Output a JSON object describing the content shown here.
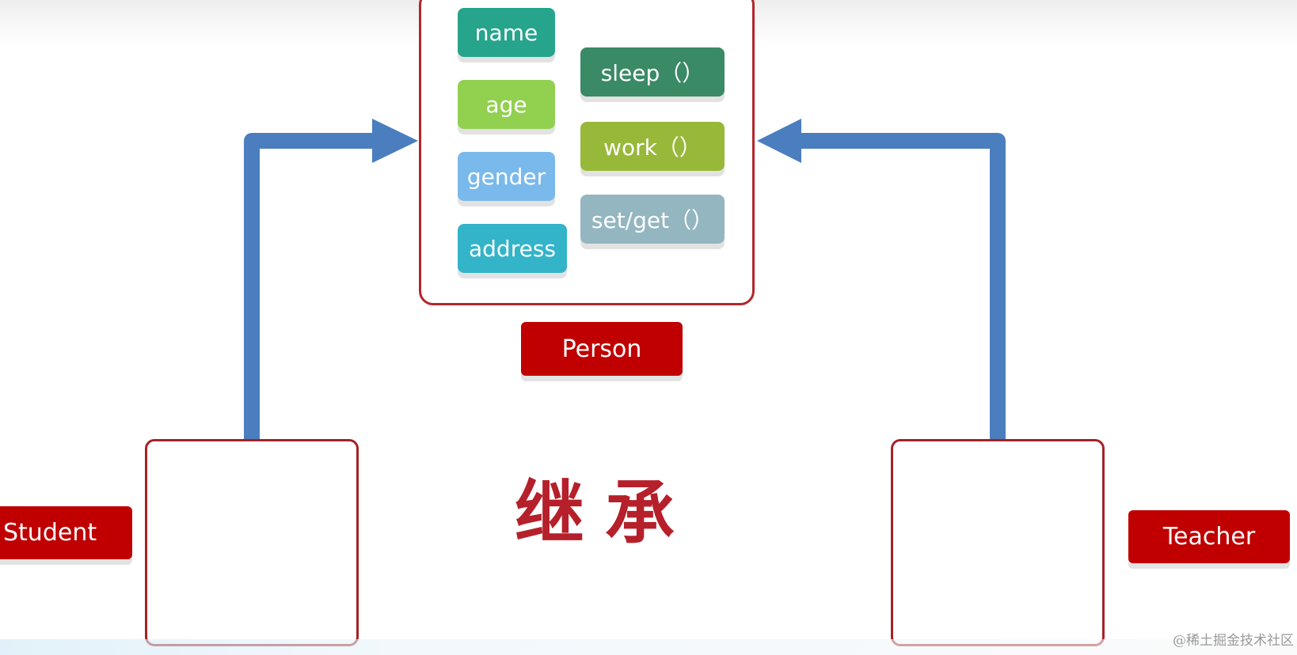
{
  "person_box": {
    "attributes": [
      {
        "label": "name",
        "color": "#26a48c"
      },
      {
        "label": "age",
        "color": "#92d050"
      },
      {
        "label": "gender",
        "color": "#7ab9ec"
      },
      {
        "label": "address",
        "color": "#33b4c9"
      }
    ],
    "methods": [
      {
        "label": "sleep（）",
        "color": "#3a8a66"
      },
      {
        "label": "work（）",
        "color": "#98b83a"
      },
      {
        "label": "set/get（）",
        "color": "#93b6c0"
      }
    ]
  },
  "labels": {
    "person": "Person",
    "student": "Student",
    "teacher": "Teacher",
    "center_title": "继承"
  },
  "colors": {
    "arrow": "#4a7ebf",
    "label_red": "#c00000",
    "box_border": "#b3262b"
  },
  "watermark": "@稀土掘金技术社区"
}
